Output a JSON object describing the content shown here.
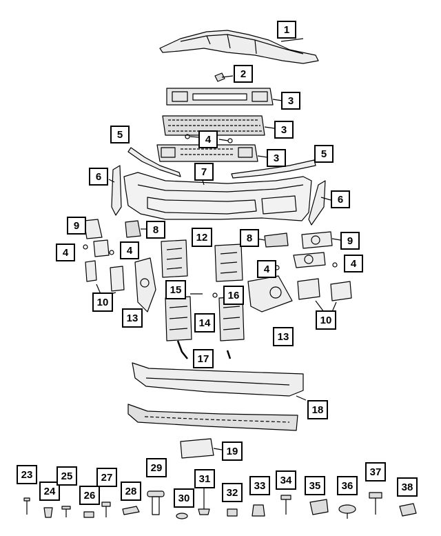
{
  "diagram": {
    "callouts": {
      "c1": "1",
      "c2": "2",
      "c3a": "3",
      "c3b": "3",
      "c3c": "3",
      "c4a": "4",
      "c4b": "4",
      "c4c": "4",
      "c4d": "4",
      "c4e": "4",
      "c5a": "5",
      "c5b": "5",
      "c6a": "6",
      "c6b": "6",
      "c7": "7",
      "c8a": "8",
      "c8b": "8",
      "c9a": "9",
      "c9b": "9",
      "c10a": "10",
      "c10b": "10",
      "c12": "12",
      "c13a": "13",
      "c13b": "13",
      "c14": "14",
      "c15": "15",
      "c16": "16",
      "c17": "17",
      "c18": "18",
      "c19": "19",
      "c23": "23",
      "c24": "24",
      "c25": "25",
      "c26": "26",
      "c27": "27",
      "c28": "28",
      "c29": "29",
      "c30": "30",
      "c31": "31",
      "c32": "32",
      "c33": "33",
      "c34": "34",
      "c35": "35",
      "c36": "36",
      "c37": "37",
      "c38": "38"
    }
  }
}
